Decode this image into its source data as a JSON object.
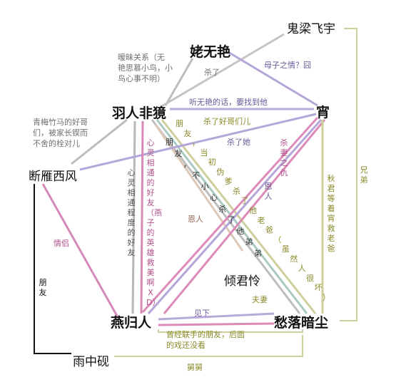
{
  "nodes": {
    "guiliang": "鬼梁飞宇",
    "jiang": "姥无艳",
    "yuren": "羽人非獍",
    "xiao": "宵",
    "duanyan": "断雁西风",
    "qingjun": "倾君怜",
    "yangui": "燕归人",
    "chouluo": "愁落暗尘",
    "yuzhong": "雨中砚"
  },
  "labels": {
    "aimei": "暧昧关系（无\n艳思慕小鸟，小\n鸟心事不明）",
    "muzi": "母子之情？囧",
    "shale1": "杀了",
    "tingwuyan": "听无艳的话，要找到他",
    "shale_gemen": "杀了好哥们儿",
    "shale_ta": "杀了她",
    "qingmei": "青梅竹马的好哥\n们，被家长锲而\n不舍的栓对儿",
    "xiongdi": "兄弟",
    "pengyou_v1": "朋友，当初伪爹杀了他老爸（虽然人很坏）",
    "pengyou_v2": "朋友，不小心杀了他弟弟",
    "shaqi": "杀妻之仇",
    "enren_right": "恩人",
    "enren_left": "恩人",
    "xinling_mid": "心灵相通的好友（燕子的英雄救美啊XD）",
    "xinling_left": "心灵相通程度的好友",
    "qiujun": "秋君等着宵救老爸",
    "qinglv": "情侣",
    "pengyou_left": "朋友",
    "fuqi": "夫妻",
    "jianxia": "见下",
    "cengjing": "曾经联手的朋友，后面\n的戏还没看",
    "jiujiu": "舅舅"
  },
  "colors": {
    "gray": "#b8b8b8",
    "purple": "#b6a6d6",
    "olive": "#c8c89a",
    "pink": "#d98bb8",
    "tan": "#d8c6b6",
    "teal": "#a6c6c0",
    "black": "#111111",
    "text_gray": "#707070",
    "text_purple": "#6a5a9a",
    "text_olive": "#8a8a2a",
    "text_pink": "#b0508a",
    "text_brown": "#9a6a5a"
  }
}
